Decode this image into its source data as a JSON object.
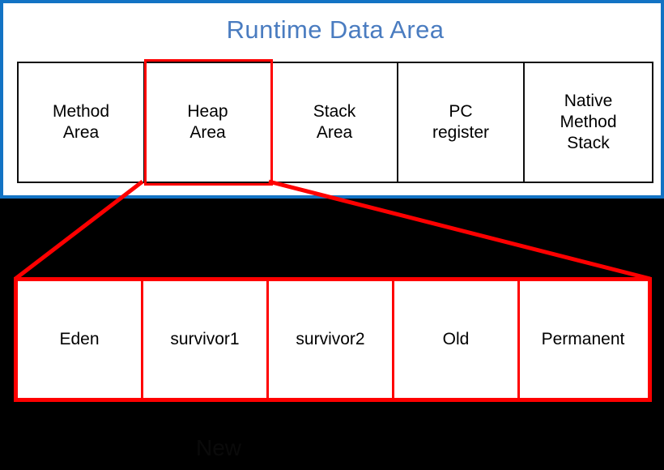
{
  "figure": {
    "title": "Runtime Data Area",
    "title_color": "#4a7cc0",
    "frame_color": "#1273c4",
    "highlight_color": "#ff0000",
    "background_color": "#000000",
    "panel_background": "#ffffff",
    "caption": "New"
  },
  "runtime_data_area": {
    "cells": [
      {
        "label": "Method\nArea",
        "highlighted": "false"
      },
      {
        "label": "Heap\nArea",
        "highlighted": "true"
      },
      {
        "label": "Stack\nArea",
        "highlighted": "false"
      },
      {
        "label": "PC\nregister",
        "highlighted": "false"
      },
      {
        "label": "Native\nMethod\nStack",
        "highlighted": "false"
      }
    ]
  },
  "heap_detail": {
    "cells": [
      {
        "label": "Eden"
      },
      {
        "label": "survivor1"
      },
      {
        "label": "survivor2"
      },
      {
        "label": "Old"
      },
      {
        "label": "Permanent"
      }
    ]
  }
}
